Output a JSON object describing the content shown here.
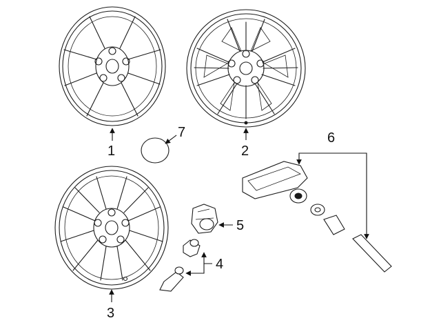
{
  "callouts": {
    "c1": "1",
    "c2": "2",
    "c3": "3",
    "c4": "4",
    "c5": "5",
    "c6": "6",
    "c7": "7"
  },
  "parts": [
    "wheel-five-spoke",
    "wheel-split-spoke",
    "wheel-ten-spoke",
    "valve-stem",
    "lug-nut",
    "tpms-sensor-kit",
    "center-cap"
  ],
  "colors": {
    "line": "#1a1a1a",
    "background": "#ffffff"
  }
}
